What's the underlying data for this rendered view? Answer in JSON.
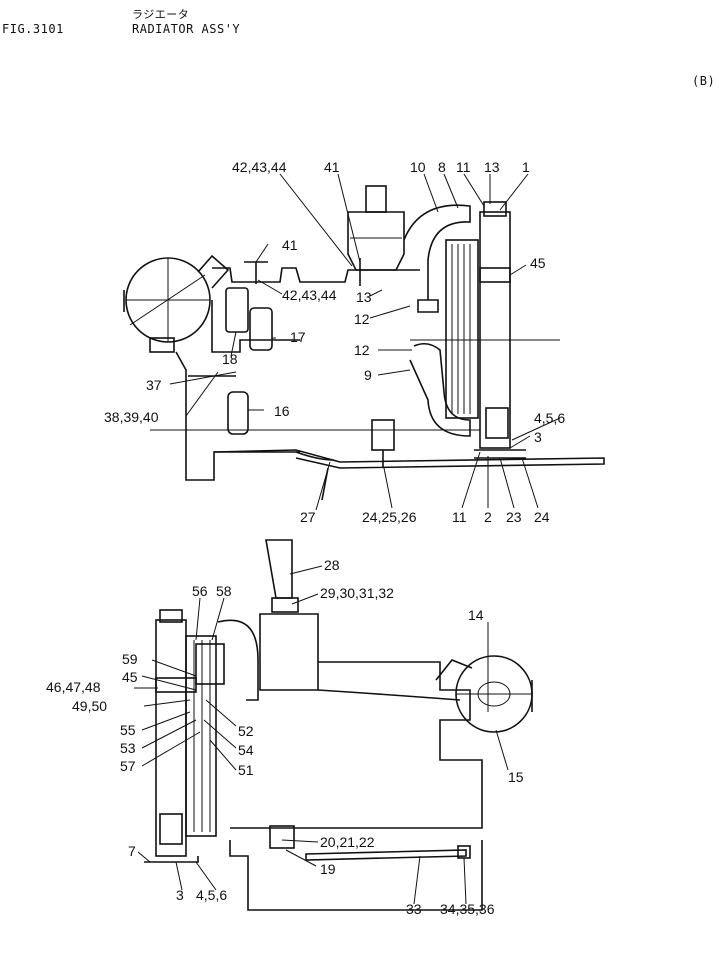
{
  "header": {
    "fig_no": "FIG.3101",
    "title_jp": "ラジエータ",
    "title_en": "RADIATOR ASS'Y",
    "view_tag": "(B)"
  },
  "callouts": {
    "c1": "42,43,44",
    "c2": "41",
    "c3": "10",
    "c4": "8",
    "c5": "11",
    "c6": "13",
    "c7": "1",
    "c8": "41",
    "c9": "45",
    "c10": "42,43,44",
    "c11": "13",
    "c12": "12",
    "c13": "17",
    "c14": "18",
    "c15": "12",
    "c16": "37",
    "c17": "9",
    "c18": "38,39,40",
    "c19": "16",
    "c20": "4,5,6",
    "c21": "3",
    "c22": "27",
    "c23": "24,25,26",
    "c24": "11",
    "c25": "2",
    "c26": "23",
    "c27": "24",
    "c28": "28",
    "c29": "29,30,31,32",
    "c30": "56",
    "c31": "58",
    "c32": "14",
    "c33": "59",
    "c34": "45",
    "c35": "46,47,48",
    "c36": "49,50",
    "c37": "52",
    "c38": "55",
    "c39": "53",
    "c40": "54",
    "c41": "57",
    "c42": "51",
    "c43": "15",
    "c44": "20,21,22",
    "c45": "7",
    "c46": "19",
    "c47": "3",
    "c48": "4,5,6",
    "c49": "33",
    "c50": "34,35,36"
  }
}
